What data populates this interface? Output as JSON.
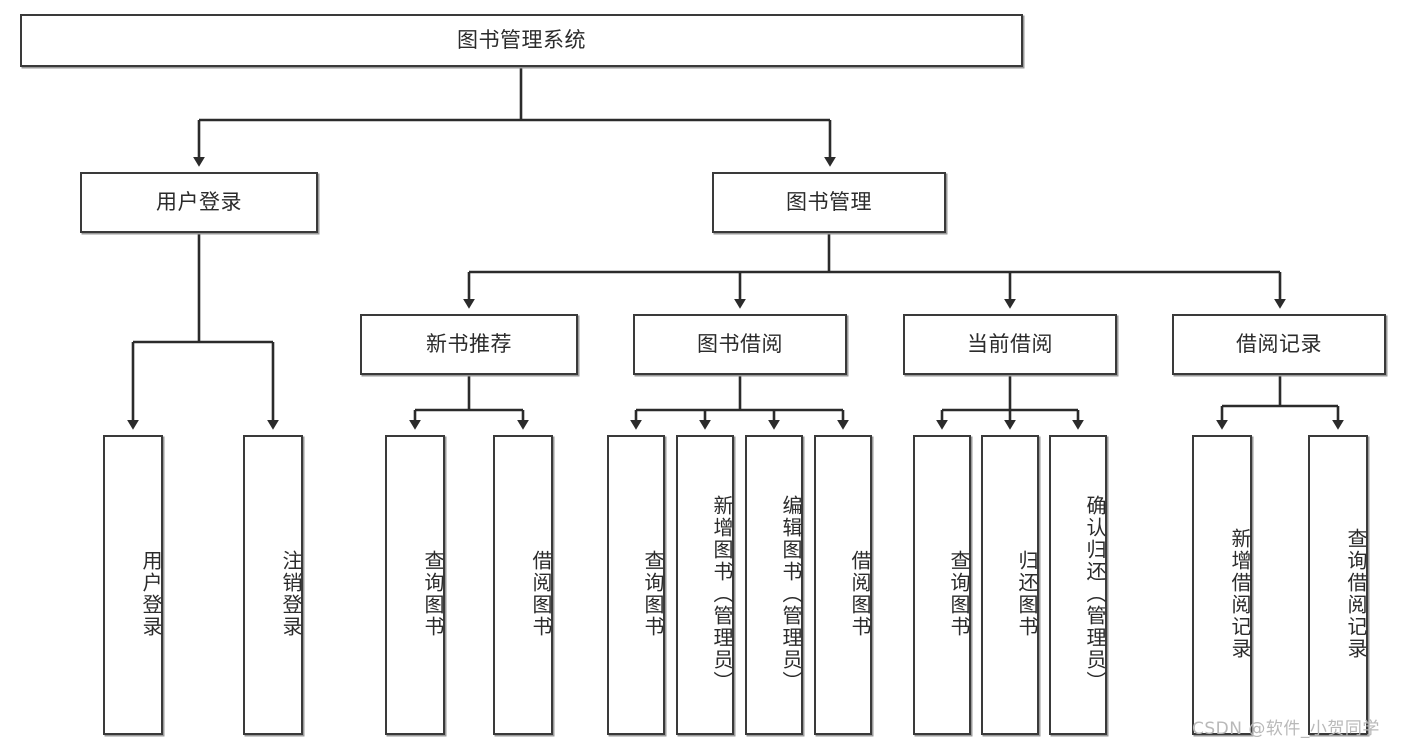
{
  "diagram": {
    "title": "图书管理系统",
    "type": "tree-hierarchy-diagram",
    "root": {
      "label": "图书管理系统"
    },
    "level2": [
      {
        "label": "用户登录"
      },
      {
        "label": "图书管理"
      }
    ],
    "level3": [
      {
        "label": "新书推荐"
      },
      {
        "label": "图书借阅"
      },
      {
        "label": "当前借阅"
      },
      {
        "label": "借阅记录"
      }
    ],
    "leaves": {
      "user_login": [
        {
          "label": "用户登录"
        },
        {
          "label": "注销登录"
        }
      ],
      "new_book_recommend": [
        {
          "label": "查询图书"
        },
        {
          "label": "借阅图书"
        }
      ],
      "book_borrow": [
        {
          "label": "查询图书"
        },
        {
          "label": "新增图书（管理员）"
        },
        {
          "label": "编辑图书（管理员）"
        },
        {
          "label": "借阅图书"
        }
      ],
      "current_borrow": [
        {
          "label": "查询图书"
        },
        {
          "label": "归还图书"
        },
        {
          "label": "确认归还（管理员）"
        }
      ],
      "borrow_record": [
        {
          "label": "新增借阅记录"
        },
        {
          "label": "查询借阅记录"
        }
      ]
    }
  },
  "watermark": {
    "text": "CSDN @软件_小贺同学"
  },
  "colors": {
    "box_border": "#3a3a3a",
    "box_fill": "#ffffff",
    "text": "#2b2b2b",
    "edge": "#2b2b2b",
    "watermark": "#b9b9b9"
  }
}
